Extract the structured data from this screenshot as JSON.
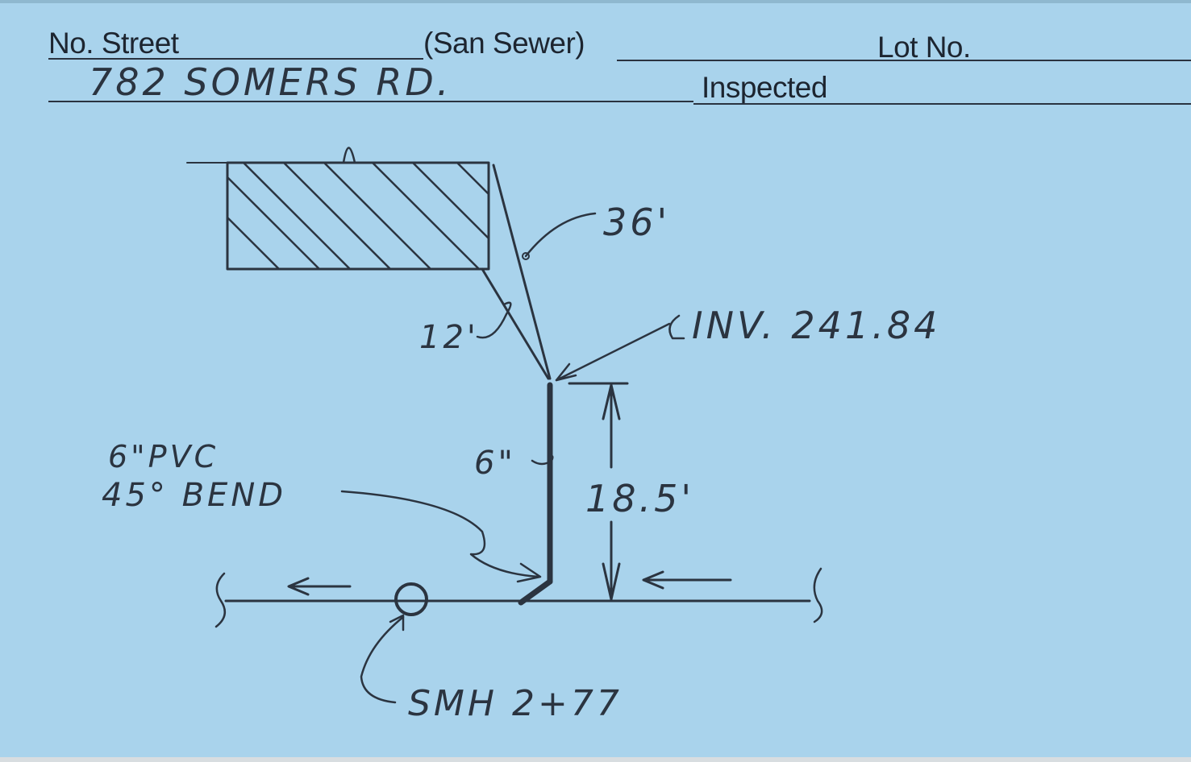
{
  "card": {
    "header": {
      "no_street_label": "No. Street",
      "utility_label": "(San Sewer)",
      "lot_no_label": "Lot No.",
      "inspected_label": "Inspected",
      "address": "782 SOMERS RD."
    },
    "sketch": {
      "house_distance": "36'",
      "bend_distance": "12'",
      "invert": "INV. 241.84",
      "pipe_size": "6\"",
      "depth": "18.5'",
      "fitting_line1": "6\"PVC",
      "fitting_line2": "45° BEND",
      "manhole": "SMH 2+77"
    }
  }
}
